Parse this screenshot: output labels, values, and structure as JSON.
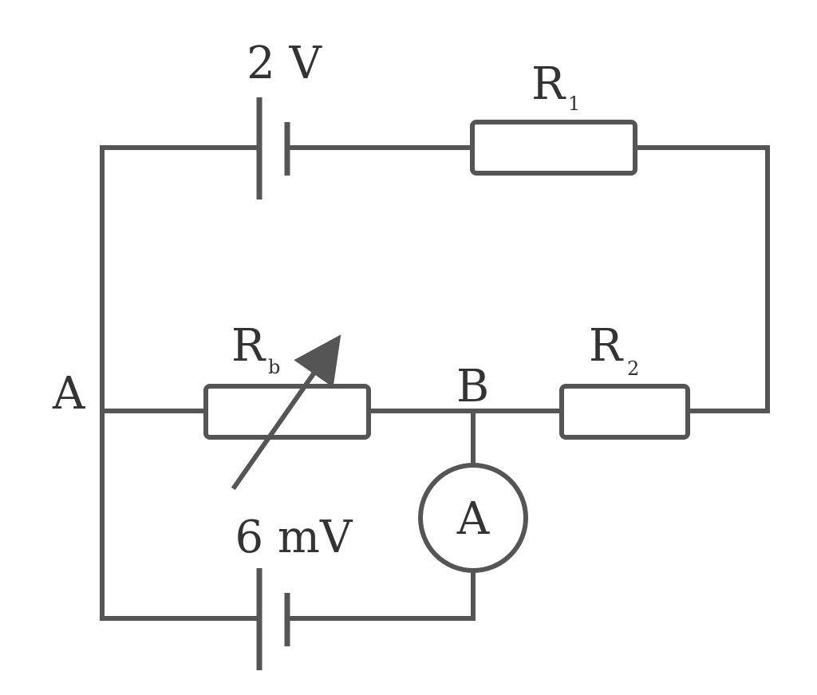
{
  "labels": {
    "top_battery": "2 V",
    "r1_main": "R",
    "r1_sub": "1",
    "rb_main": "R",
    "rb_sub": "b",
    "r2_main": "R",
    "r2_sub": "2",
    "node_a": "A",
    "node_b": "B",
    "ammeter": "A",
    "bottom_battery": "6 mV"
  }
}
